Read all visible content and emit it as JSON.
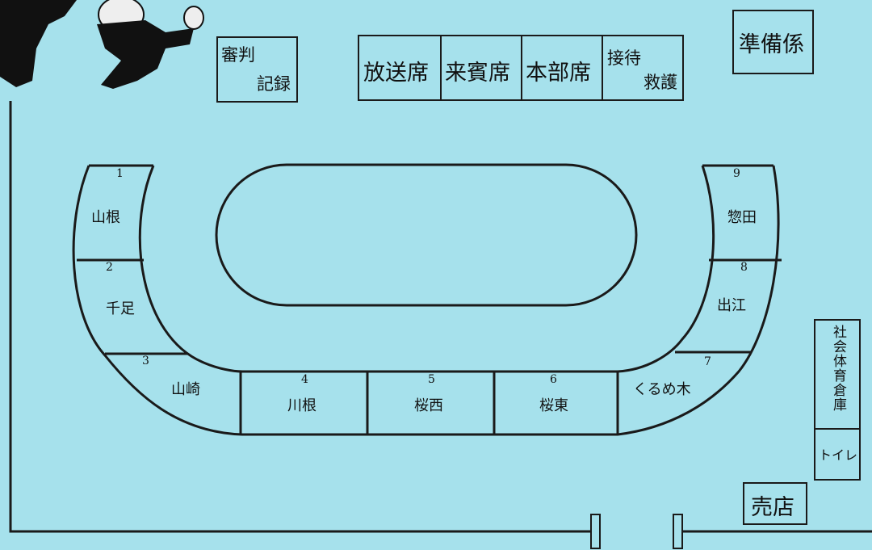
{
  "top_booths": {
    "judge": [
      "審判",
      "記録"
    ],
    "broadcast": "放送席",
    "guest": "来賓席",
    "hq": "本部席",
    "reception": [
      "接待",
      "救護"
    ],
    "prep": "準備係"
  },
  "sections": [
    {
      "num": "1",
      "name": "山根"
    },
    {
      "num": "2",
      "name": "千足"
    },
    {
      "num": "3",
      "name": "山崎"
    },
    {
      "num": "4",
      "name": "川根"
    },
    {
      "num": "5",
      "name": "桜西"
    },
    {
      "num": "6",
      "name": "桜東"
    },
    {
      "num": "7",
      "name": "くるめ木"
    },
    {
      "num": "8",
      "name": "出江"
    },
    {
      "num": "9",
      "name": "惣田"
    }
  ],
  "facilities": {
    "storage": "社会体育倉庫",
    "toilet": "トイレ",
    "shop": "売店"
  },
  "colors": {
    "background": "#a6e1ec",
    "line": "#1a1a1a"
  }
}
